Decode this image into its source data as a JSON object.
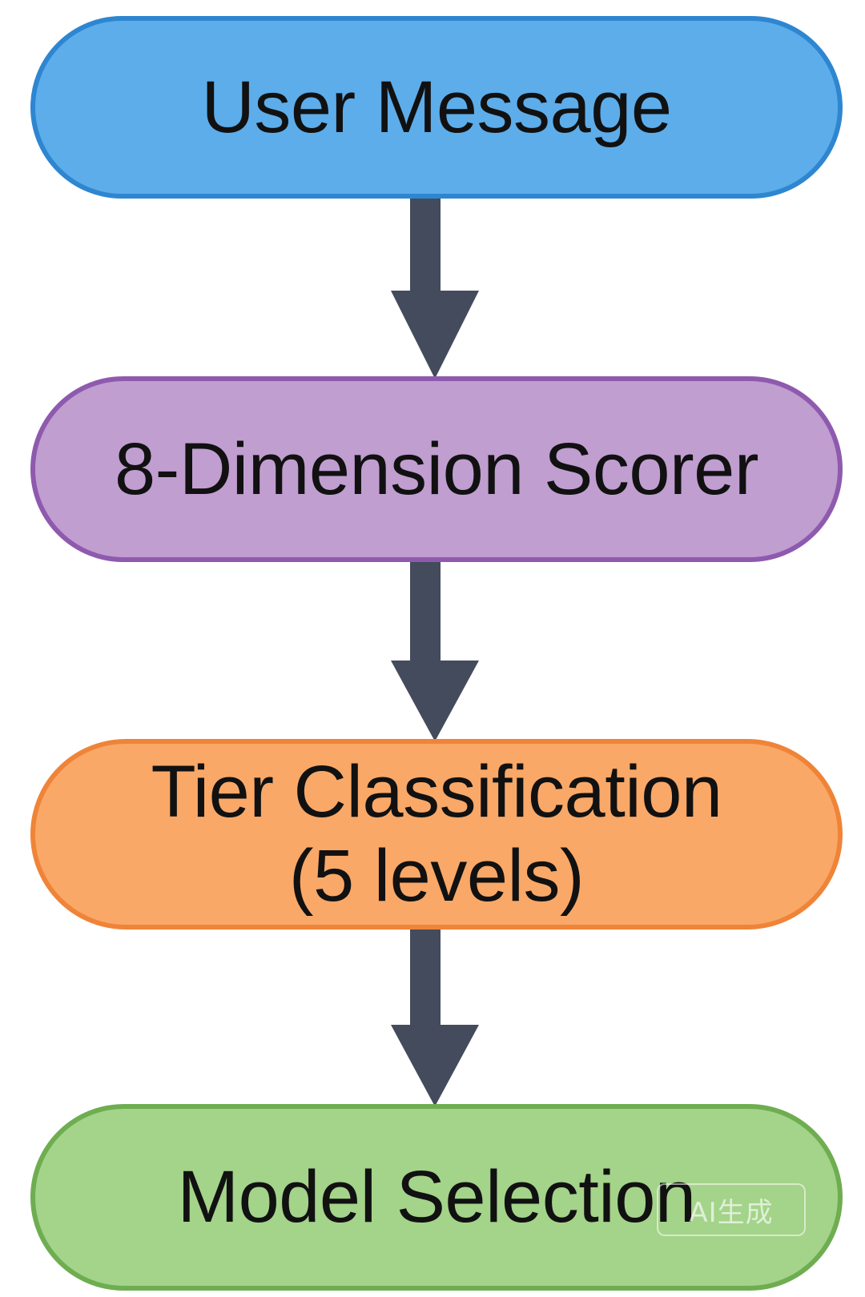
{
  "nodes": [
    {
      "id": "user_message",
      "label": "User Message",
      "fill": "#5DADEA",
      "border": "#2E86D1"
    },
    {
      "id": "scorer",
      "label": "8-Dimension Scorer",
      "fill": "#C09ED0",
      "border": "#8E5AAE"
    },
    {
      "id": "tier",
      "label_line1": "Tier Classification",
      "label_line2": "(5 levels)",
      "fill": "#F9A868",
      "border": "#EF8438"
    },
    {
      "id": "model",
      "label": "Model Selection",
      "fill": "#A4D38A",
      "border": "#6EAD50"
    }
  ],
  "arrows": {
    "color": "#434B5C",
    "count": 3
  },
  "watermark": "AI生成"
}
